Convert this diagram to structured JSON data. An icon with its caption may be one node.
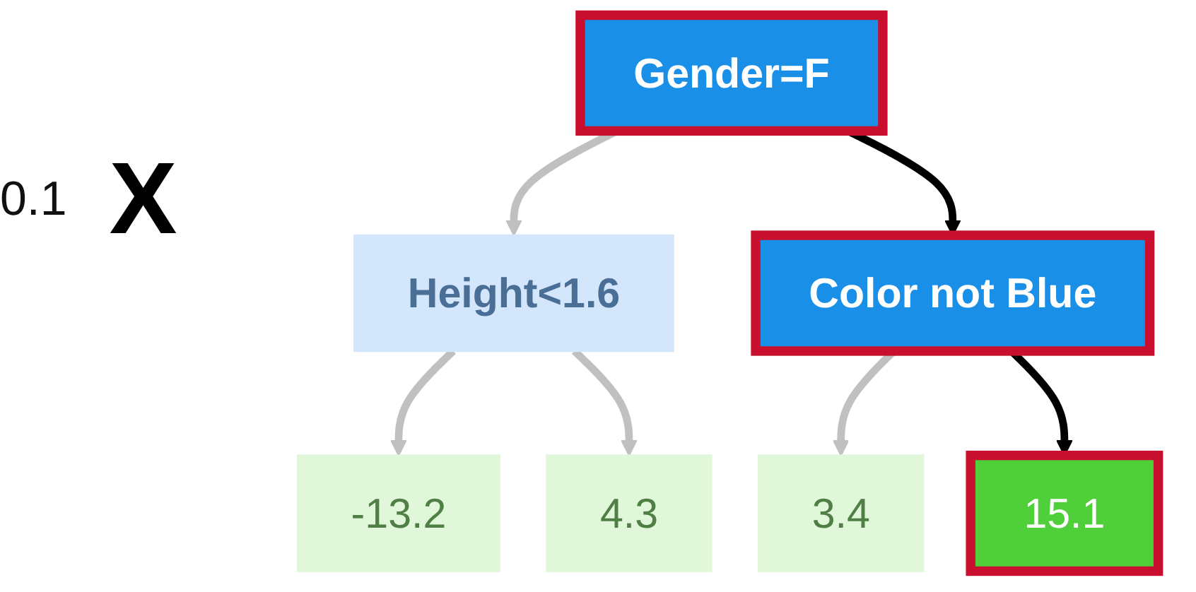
{
  "diagram": {
    "nodes": [
      {
        "text": [
          "Gender=F"
        ]
      },
      {
        "text": [
          "Height<1.6"
        ]
      },
      {
        "text": [
          "Color not Blue"
        ]
      },
      {
        "text": [
          "-13.2"
        ]
      },
      {
        "text": [
          "4.3"
        ]
      },
      {
        "text": [
          "3.4"
        ]
      },
      {
        "text": [
          "15.1"
        ]
      }
    ],
    "edges": [
      {
        "from": 0,
        "to": 1,
        "arrow": "to"
      },
      {
        "from": 0,
        "to": 2,
        "arrow": "to",
        "color": "#000000"
      },
      {
        "from": 1,
        "to": 3,
        "arrow": "to"
      },
      {
        "from": 1,
        "to": 4,
        "arrow": "to"
      },
      {
        "from": 2,
        "to": 5,
        "arrow": "to"
      },
      {
        "from": 2,
        "to": 6,
        "arrow": "to",
        "color": "#000000"
      }
    ],
    "labels": [
      "0.1",
      "X"
    ]
  }
}
